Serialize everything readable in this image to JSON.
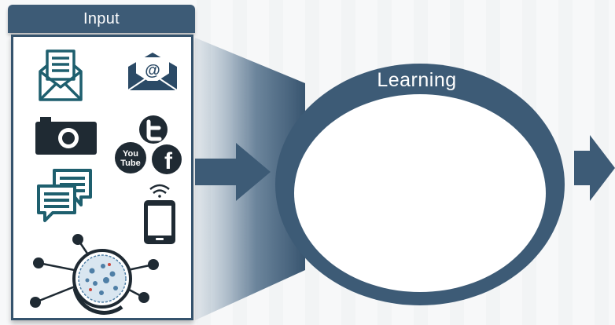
{
  "input_panel": {
    "title": "Input",
    "icons": [
      "newsletter-envelope-icon",
      "email-at-icon",
      "camera-icon",
      "social-media-icon",
      "chat-bubbles-icon",
      "smartphone-wifi-icon",
      "network-hub-icon"
    ],
    "social_labels": {
      "youtube_line1": "You",
      "youtube_line2": "Tube",
      "facebook": "f"
    },
    "email_symbol": "@"
  },
  "learning": {
    "label": "Learning"
  },
  "colors": {
    "primary": "#3d5b76",
    "border": "#35536d",
    "icon_teal": "#1e5f6e",
    "icon_dark": "#2b4a66",
    "icon_black": "#1f2a33"
  }
}
